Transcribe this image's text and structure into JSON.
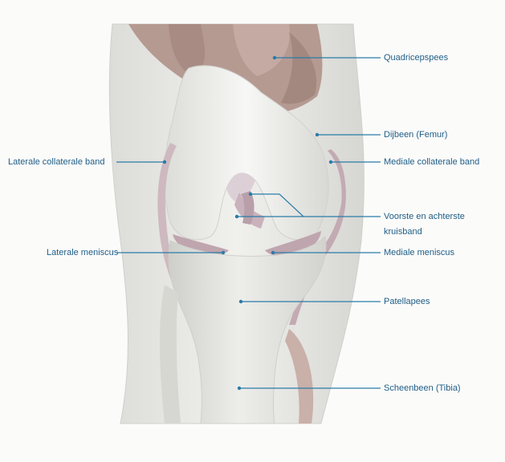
{
  "labels": {
    "quadriceps": "Quadricepspees",
    "femur": "Dijbeen (Femur)",
    "lateral_collateral": "Laterale collaterale band",
    "medial_collateral": "Mediale collaterale band",
    "cruciate_line1": "Voorste en achterste",
    "cruciate_line2": "kruisband",
    "lateral_meniscus": "Laterale meniscus",
    "medial_meniscus": "Mediale meniscus",
    "patellar_tendon": "Patellapees",
    "tibia": "Scheenbeen (Tibia)"
  },
  "colors": {
    "leader": "#2a7ba8",
    "label_text": "#1f5e86",
    "muscle": "#b59a92",
    "bone": "#eeeeec",
    "ligament": "#c9b2bb"
  }
}
